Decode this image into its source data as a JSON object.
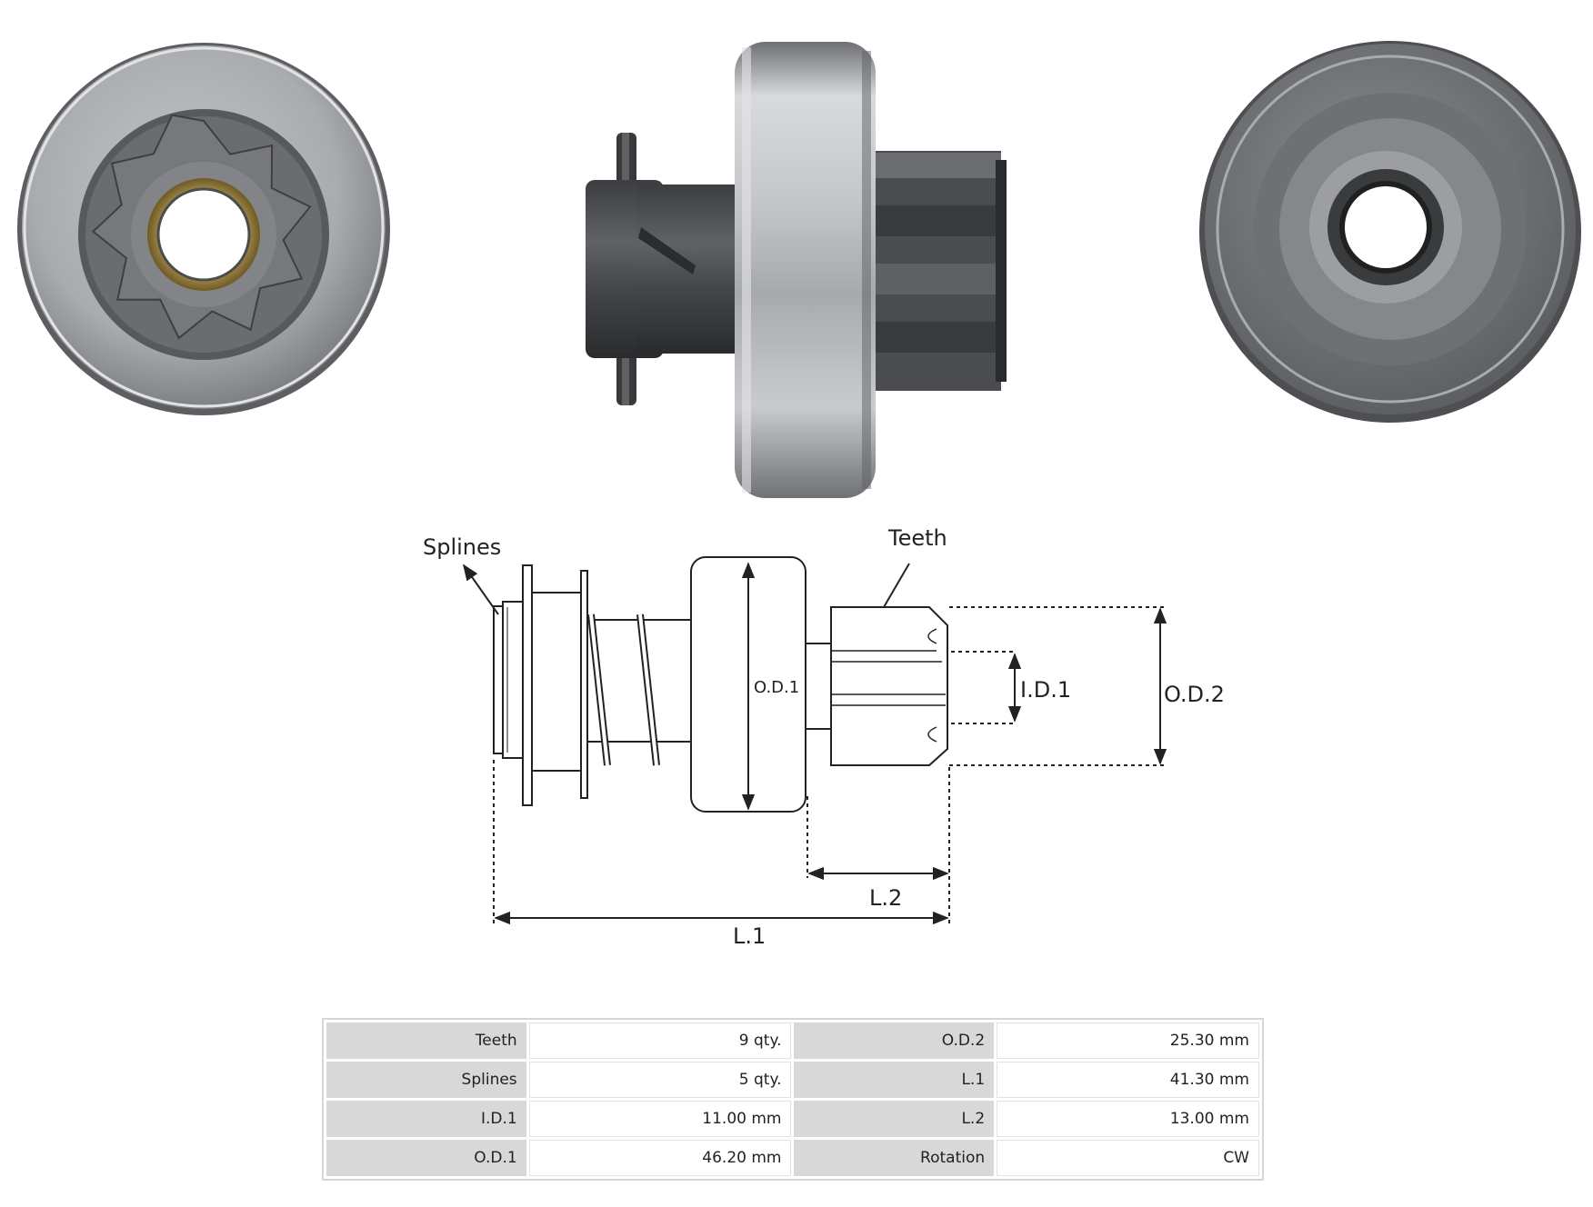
{
  "diagram": {
    "callouts": {
      "splines": "Splines",
      "teeth": "Teeth"
    },
    "dimensions": {
      "od1": "O.D.1",
      "id1": "I.D.1",
      "od2": "O.D.2",
      "l1": "L.1",
      "l2": "L.2"
    }
  },
  "specs": {
    "rows": [
      {
        "k1": "Teeth",
        "v1": "9 qty.",
        "k2": "O.D.2",
        "v2": "25.30 mm"
      },
      {
        "k1": "Splines",
        "v1": "5 qty.",
        "k2": "L.1",
        "v2": "41.30 mm"
      },
      {
        "k1": "I.D.1",
        "v1": "11.00 mm",
        "k2": "L.2",
        "v2": "13.00 mm"
      },
      {
        "k1": "O.D.1",
        "v1": "46.20 mm",
        "k2": "Rotation",
        "v2": "CW"
      }
    ]
  }
}
